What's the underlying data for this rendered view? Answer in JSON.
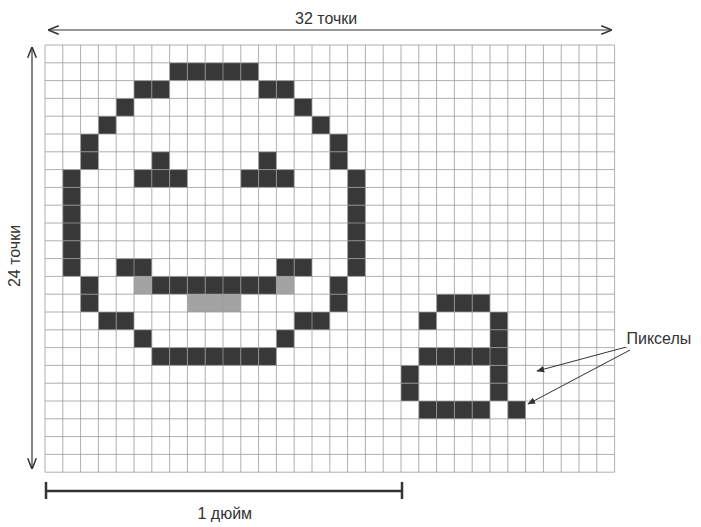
{
  "diagram": {
    "labels": [
      "32 точки",
      "24 точки",
      "Пикселы",
      "1 дюйм"
    ]
  }
}
